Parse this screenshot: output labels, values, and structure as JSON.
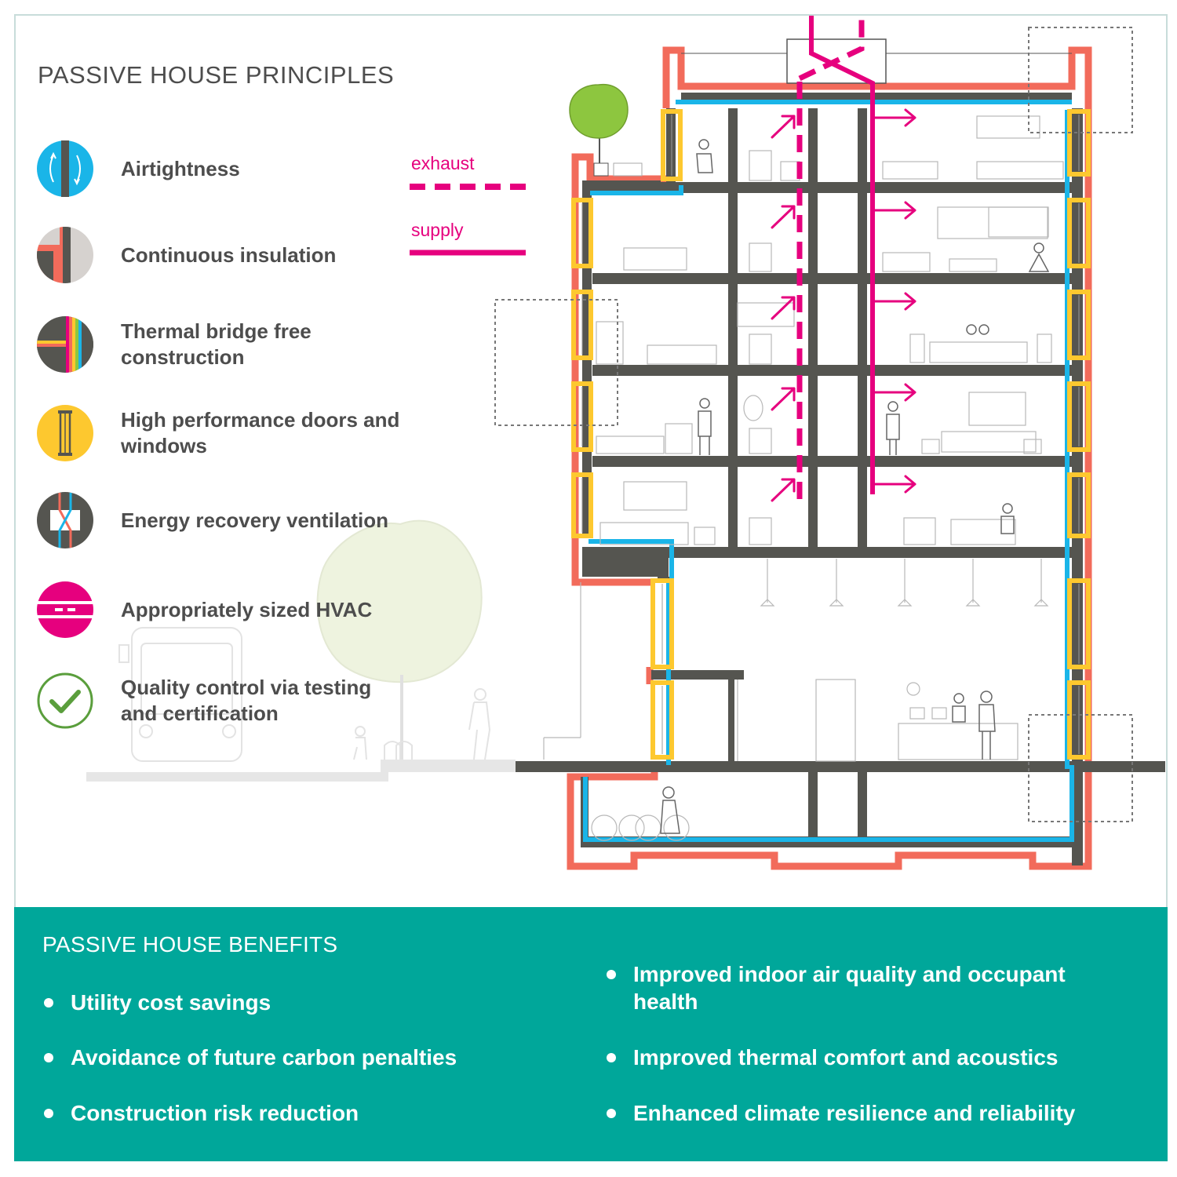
{
  "principles": {
    "title": "PASSIVE HOUSE PRINCIPLES",
    "items": [
      {
        "label": "Airtightness",
        "icon": "airtightness-icon"
      },
      {
        "label": "Continuous insulation",
        "icon": "insulation-icon"
      },
      {
        "label": "Thermal bridge free construction",
        "icon": "thermal-bridge-icon"
      },
      {
        "label": "High performance doors and windows",
        "icon": "window-icon"
      },
      {
        "label": "Energy recovery ventilation",
        "icon": "energy-recovery-icon"
      },
      {
        "label": "Appropriately sized HVAC",
        "icon": "hvac-icon"
      },
      {
        "label": "Quality control via testing and certification",
        "icon": "checkmark-icon"
      }
    ]
  },
  "legend": {
    "exhaust": "exhaust",
    "supply": "supply"
  },
  "benefits": {
    "title": "PASSIVE HOUSE BENEFITS",
    "left": [
      "Utility cost savings",
      "Avoidance of future carbon penalties",
      "Construction risk reduction"
    ],
    "right": [
      "Improved indoor air quality and occupant health",
      "Improved thermal comfort and acoustics",
      "Enhanced climate resilience and reliability"
    ]
  },
  "colors": {
    "airtight": "#1ab5e8",
    "insulation": "#f26b5b",
    "window": "#fdc82f",
    "ventilation": "#e6007e",
    "structure": "#555550",
    "check": "#5a9e3c",
    "benefits_bg": "#00a79a"
  }
}
